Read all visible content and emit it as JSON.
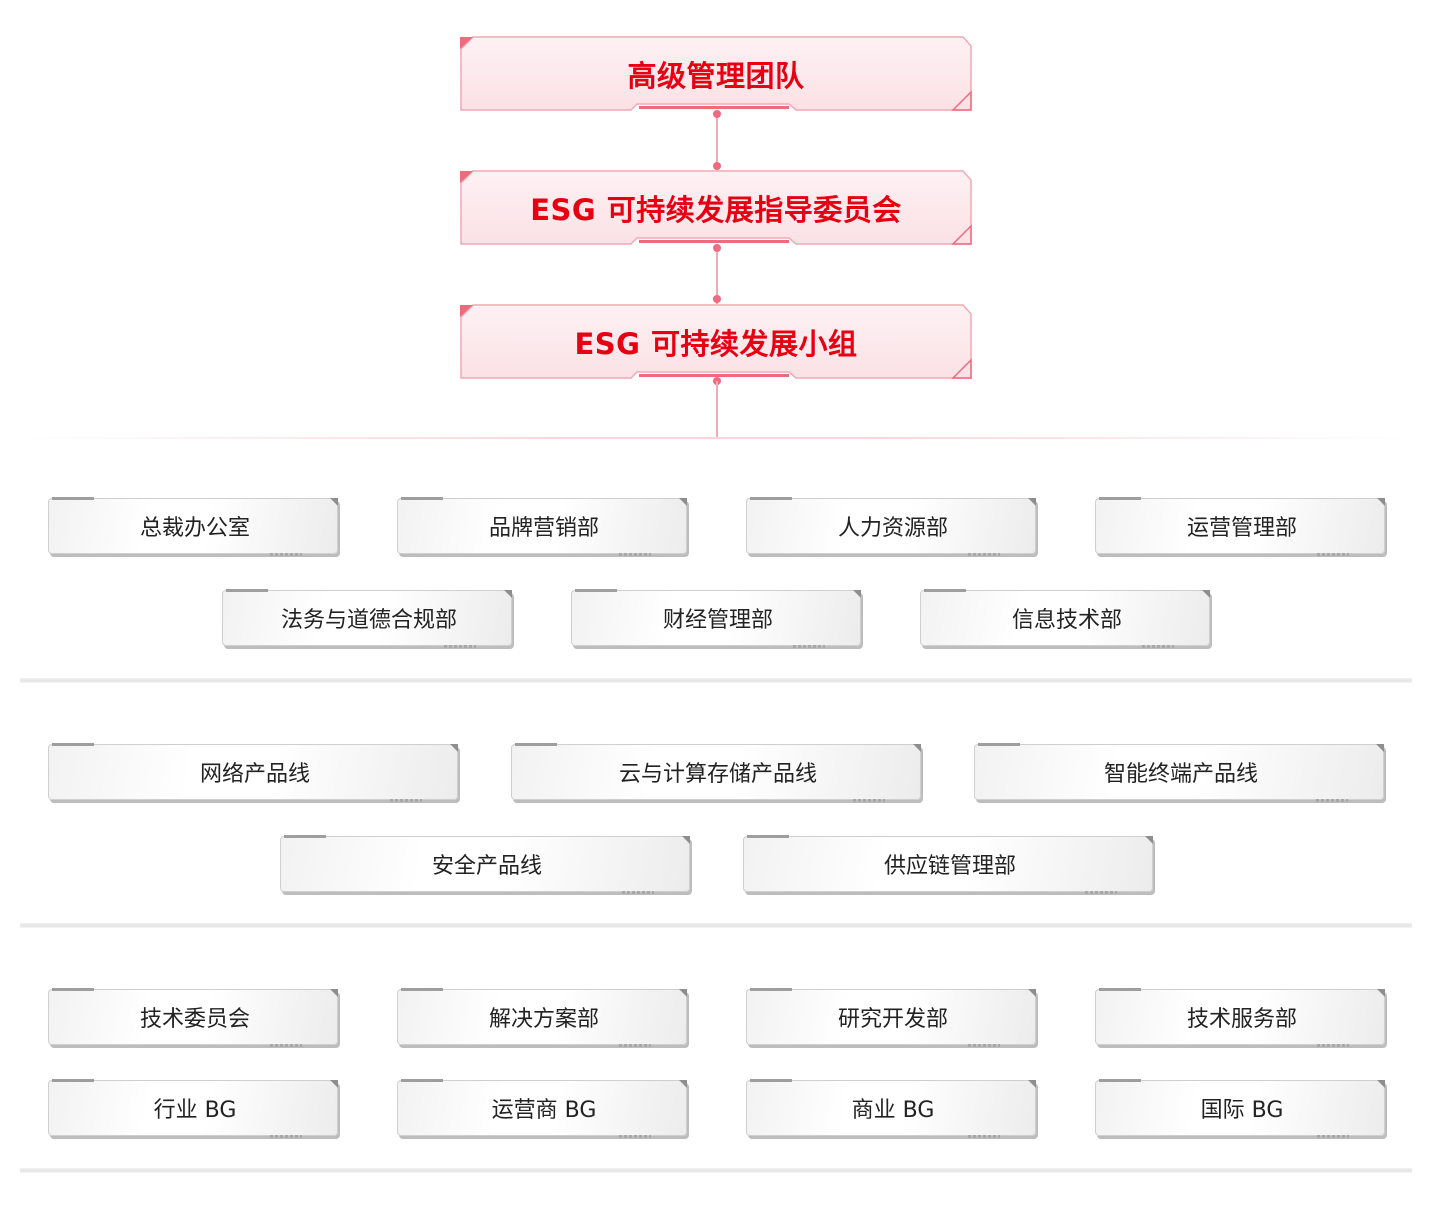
{
  "leadership": [
    {
      "id": "senior",
      "label": "高级管理团队"
    },
    {
      "id": "committee",
      "label": "ESG 可持续发展指导委员会"
    },
    {
      "id": "group",
      "label": "ESG 可持续发展小组"
    }
  ],
  "tiers": [
    {
      "name": "functional",
      "rows": [
        [
          "总裁办公室",
          "品牌营销部",
          "人力资源部",
          "运营管理部"
        ],
        [
          "法务与道德合规部",
          "财经管理部",
          "信息技术部"
        ]
      ]
    },
    {
      "name": "product",
      "rows": [
        [
          "网络产品线",
          "云与计算存储产品线",
          "智能终端产品线"
        ],
        [
          "安全产品线",
          "供应链管理部"
        ]
      ]
    },
    {
      "name": "market",
      "rows": [
        [
          "技术委员会",
          "解决方案部",
          "研究开发部",
          "技术服务部"
        ],
        [
          "行业 BG",
          "运营商 BG",
          "商业 BG",
          "国际 BG"
        ]
      ]
    }
  ],
  "colors": {
    "accent": "#e60012",
    "box_fill": "#fdeaec",
    "box_stroke": "#f2a9b3",
    "dept_text": "#222222"
  }
}
